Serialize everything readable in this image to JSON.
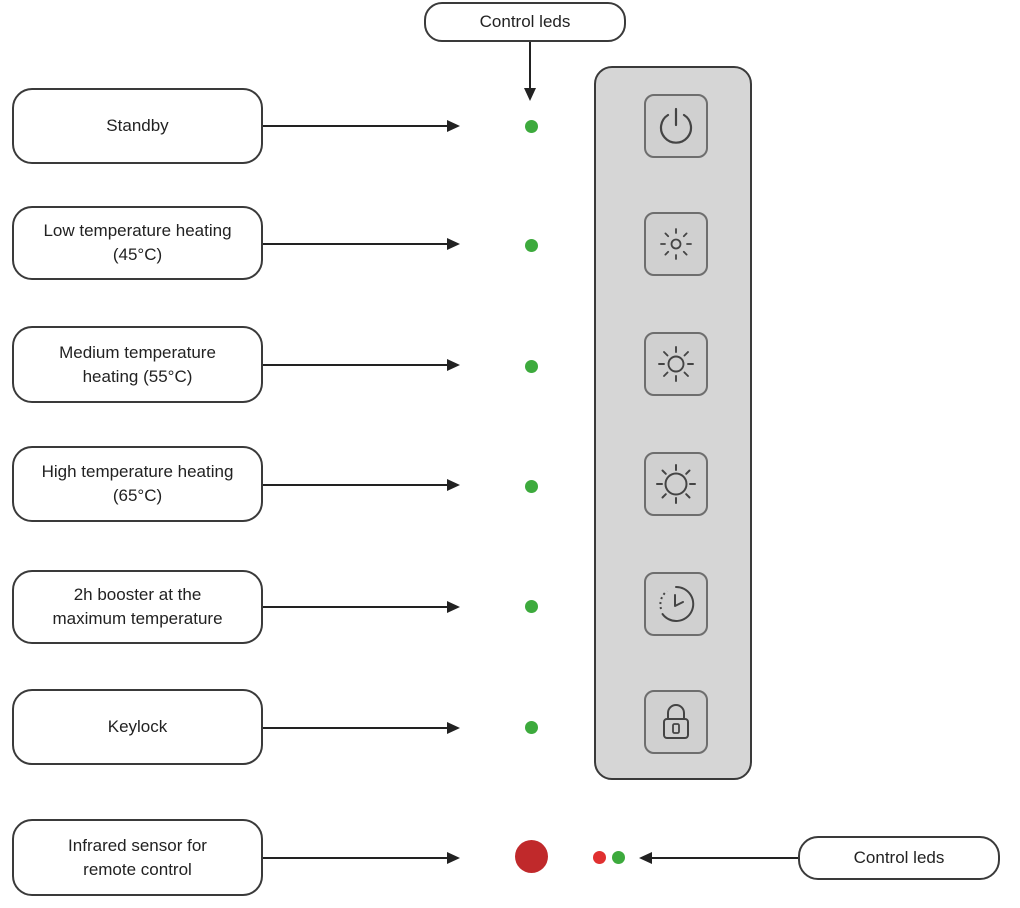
{
  "top_callout": {
    "label": "Control leds"
  },
  "bottom_callout": {
    "label": "Control leds"
  },
  "functions": [
    {
      "label": "Standby",
      "icon": "power-icon",
      "led": "green"
    },
    {
      "label": "Low temperature heating\n(45°C)",
      "icon": "sun-small-icon",
      "led": "green"
    },
    {
      "label": "Medium temperature\nheating (55°C)",
      "icon": "sun-medium-icon",
      "led": "green"
    },
    {
      "label": "High temperature heating\n(65°C)",
      "icon": "sun-large-icon",
      "led": "green"
    },
    {
      "label": "2h booster at the\nmaximum temperature",
      "icon": "clock-booster-icon",
      "led": "green"
    },
    {
      "label": "Keylock",
      "icon": "padlock-icon",
      "led": "green"
    }
  ],
  "infrared": {
    "label": "Infrared sensor for\nremote control"
  },
  "colors": {
    "led_green": "#3daa3d",
    "led_red": "#e03030",
    "ir_sensor": "#c0292b",
    "panel": "#d6d6d6"
  }
}
